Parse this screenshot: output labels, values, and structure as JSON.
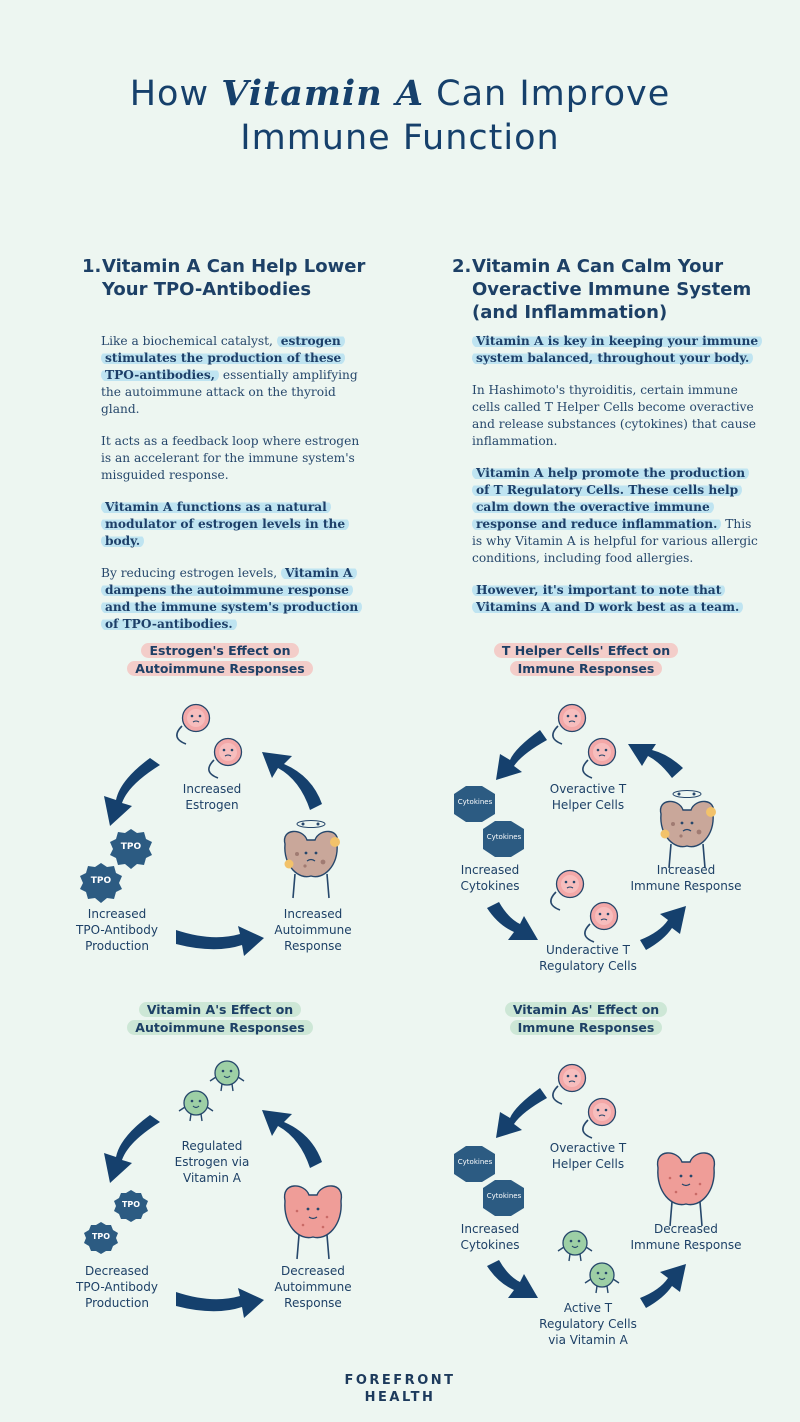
{
  "title": {
    "pre": "How ",
    "emphasis": "Vitamin A",
    "post": " Can Improve",
    "line2": "Immune Function"
  },
  "sections": [
    {
      "number": "1.",
      "heading_line1": "Vitamin A Can Help Lower",
      "heading_line2": "Your TPO-Antibodies",
      "p1": {
        "a": "Like a biochemical catalyst, ",
        "hl": "estrogen stimulates the production of these TPO-antibodies,",
        "b": " essentially amplifying the autoimmune attack on the thyroid gland."
      },
      "p2": "It acts as a feedback loop where estrogen is an accelerant for the immune system's misguided response.",
      "p3": {
        "hl": "Vitamin A functions as a natural modulator of estrogen levels in the body."
      },
      "p4": {
        "a": "By reducing estrogen levels, ",
        "hl": "Vitamin A dampens the autoimmune response and the immune system's production of TPO-antibodies."
      }
    },
    {
      "number": "2.",
      "heading_line1": "Vitamin A Can Calm Your",
      "heading_line2": "Overactive Immune System",
      "heading_line3": "(and Inflammation)",
      "p1": {
        "hl": "Vitamin A is key in keeping your immune system balanced, throughout your body."
      },
      "p2": "In Hashimoto's thyroiditis, certain immune cells called T Helper Cells become overactive and release substances (cytokines) that cause inflammation.",
      "p3": {
        "hl": "Vitamin A help promote the production of T Regulatory Cells. These cells help calm down the overactive immune response and reduce inflammation.",
        "b": " This is why Vitamin A is helpful for various allergic conditions, including food allergies."
      },
      "p4": {
        "hl": "However, it's important to note that Vitamins A and D work best as a team."
      }
    }
  ],
  "diagrams": {
    "d1": {
      "title1": "Estrogen's Effect on",
      "title2": "Autoimmune Responses",
      "l1": [
        "Increased",
        "Estrogen"
      ],
      "l2": [
        "Increased",
        "Autoimmune",
        "Response"
      ],
      "l3": [
        "Increased",
        "TPO-Antibody",
        "Production"
      ],
      "badge": "TPO"
    },
    "d2": {
      "title1": "T Helper Cells' Effect on",
      "title2": "Immune Responses",
      "l1": [
        "Overactive T",
        "Helper Cells"
      ],
      "l2": [
        "Increased",
        "Immune Response"
      ],
      "l3": [
        "Underactive T",
        "Regulatory Cells"
      ],
      "l4": [
        "Increased",
        "Cytokines"
      ],
      "badge": "Cytokines"
    },
    "d3": {
      "title1": "Vitamin A's Effect on",
      "title2": "Autoimmune Responses",
      "l1": [
        "Regulated",
        "Estrogen via",
        "Vitamin A"
      ],
      "l2": [
        "Decreased",
        "Autoimmune",
        "Response"
      ],
      "l3": [
        "Decreased",
        "TPO-Antibody",
        "Production"
      ],
      "badge": "TPO"
    },
    "d4": {
      "title1": "Vitamin As' Effect on",
      "title2": "Immune Responses",
      "l1": [
        "Overactive T",
        "Helper Cells"
      ],
      "l2": [
        "Decreased",
        "Immune Response"
      ],
      "l3": [
        "Active T",
        "Regulatory Cells",
        "via Vitamin A"
      ],
      "l4": [
        "Increased",
        "Cytokines"
      ],
      "badge": "Cytokines"
    }
  },
  "footer": {
    "line1": "FOREFRONT",
    "line2": "HEALTH"
  },
  "colors": {
    "navy": "#16406b",
    "arrow": "#15406d",
    "pink_cell": "#f3a8a8",
    "green_cell": "#9dcfa5",
    "thyroid_sick": "#c9a79a",
    "thyroid_healthy": "#ef9d98"
  }
}
